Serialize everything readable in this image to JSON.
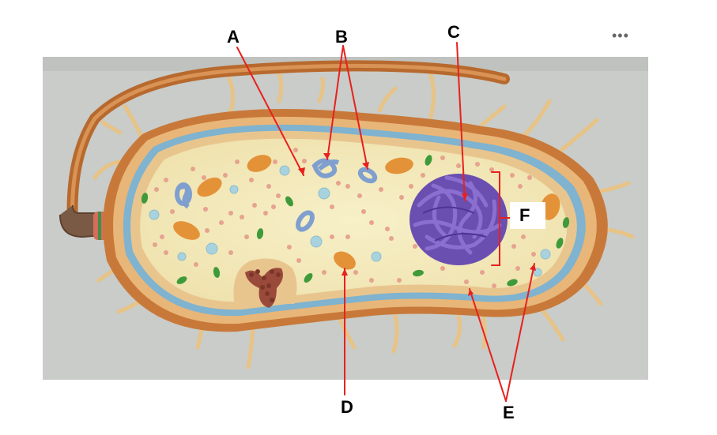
{
  "labels": {
    "a": "A",
    "b": "B",
    "c": "C",
    "d": "D",
    "e": "E",
    "f": "F"
  },
  "menu": {
    "more_glyph": "•••"
  },
  "colors": {
    "pointer_red": "#e8201e",
    "backdrop_gray": "#c9ccc8",
    "cell_wall_orange": "#c8793a",
    "membrane_blue": "#7fb3cf",
    "cytoplasm_cream": "#f4ecc0",
    "nucleoid_purple": "#6a4fb0",
    "ribosome_pink": "#e6a38f",
    "mito_orange": "#e49238",
    "green_granule": "#3f9a3a",
    "plasmid_blue": "#7f9fcf",
    "pili_tan": "#e8c386"
  }
}
